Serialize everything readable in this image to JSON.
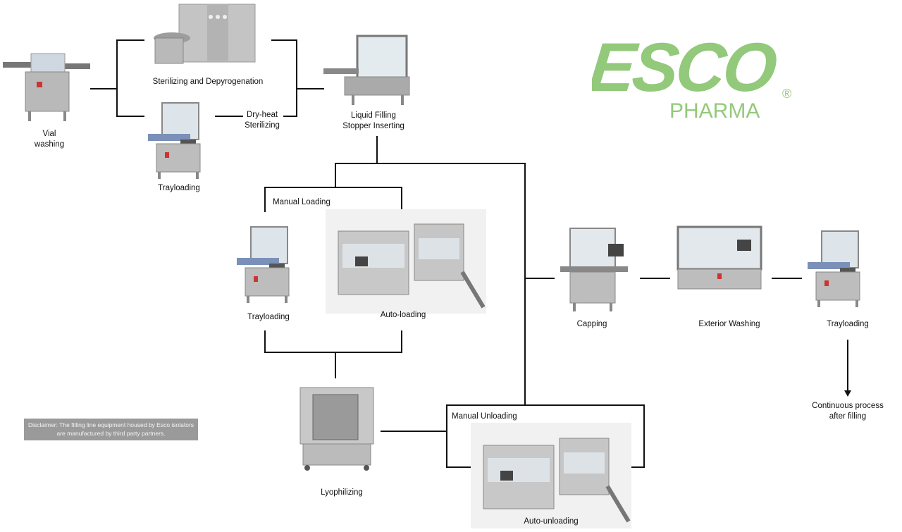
{
  "logo": {
    "brand": "ESCO",
    "sub": "PHARMA",
    "registered": "®",
    "color": "#93c97a"
  },
  "steps": {
    "vial_washing": "Vial\nwashing",
    "sterilizing": "Sterilizing and Depyrogenation",
    "dry_heat": "Dry-heat\nSterilizing",
    "trayloading_1": "Trayloading",
    "liquid_filling": "Liquid Filling\nStopper Inserting",
    "manual_loading": "Manual Loading",
    "trayloading_2": "Trayloading",
    "auto_loading": "Auto-loading",
    "lyophilizing": "Lyophilizing",
    "manual_unloading": "Manual Unloading",
    "auto_unloading": "Auto-unloading",
    "capping": "Capping",
    "exterior_washing": "Exterior Washing",
    "trayloading_3": "Trayloading",
    "continuous": "Continuous process\nafter filling"
  },
  "disclaimer": "Disclaimer: The filling line equipment housed by Esco isolators are manufactured by third party partners."
}
